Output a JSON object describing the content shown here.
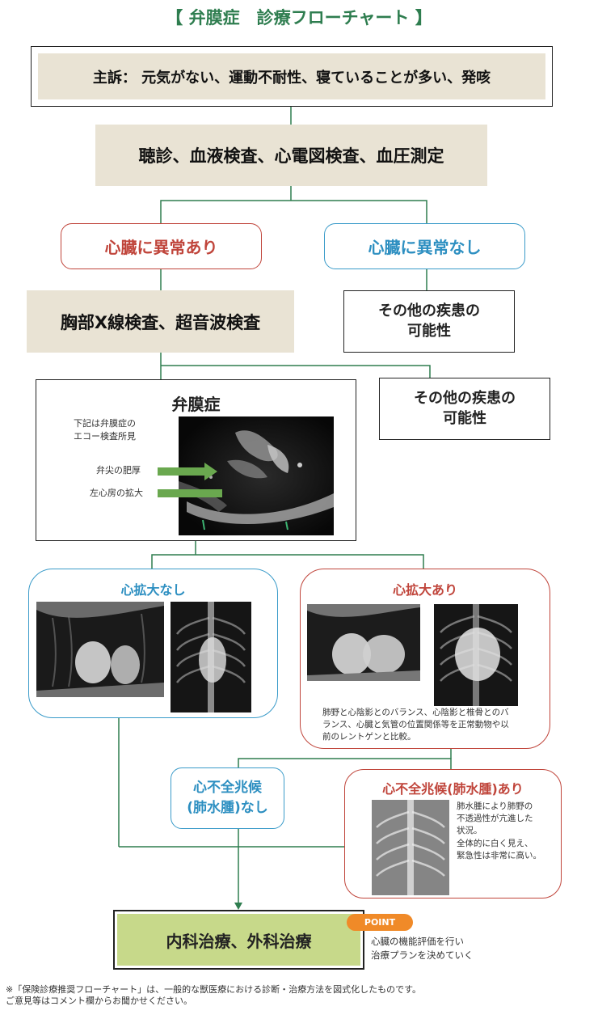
{
  "title": "【 弁膜症　診療フローチャート 】",
  "complaint": "主訴： 元気がない、運動不耐性、寝ていることが多い、発咳",
  "exam": "聴診、血液検査、心電図検査、血圧測定",
  "abnormal": "心臓に異常あり",
  "normal": "心臓に異常なし",
  "chest_exam": "胸部X線検査、超音波検査",
  "other_disease_1": [
    "その他の疾患の",
    "可能性"
  ],
  "other_disease_2": [
    "その他の疾患の",
    "可能性"
  ],
  "valve": {
    "title": "弁膜症",
    "note": [
      "下記は弁膜症の",
      "エコー検査所見"
    ],
    "label_thickening": "弁尖の肥厚",
    "label_la": "左心房の拡大"
  },
  "no_dilation": {
    "title": "心拡大なし"
  },
  "dilation": {
    "title": "心拡大あり",
    "note": [
      "肺野と心陰影とのバランス、心陰影と椎骨とのバ",
      "ランス、心臓と気管の位置関係等を正常動物や以",
      "前のレントゲンと比較。"
    ]
  },
  "hf_no": [
    "心不全兆候",
    "(肺水腫)なし"
  ],
  "hf_yes": {
    "title": "心不全兆候(肺水腫)あり",
    "note": [
      "肺水腫により肺野の",
      "不透過性が亢進した",
      "状況。",
      "全体的に白く見え、",
      "緊急性は非常に高い。"
    ]
  },
  "treatment": "内科治療、外科治療",
  "point": {
    "label": "POINT",
    "text": [
      "心臓の機能評価を行い",
      "治療プランを決めていく"
    ]
  },
  "footer": [
    "※「保険診療推奨フローチャート」は、一般的な獣医療における診断・治療方法を図式化したものです。",
    "ご意見等はコメント欄からお聞かせください。"
  ],
  "colors": {
    "green_line": "#2e7d4f",
    "red": "#c0453b",
    "blue": "#2d8fc1",
    "beige": "#e9e3d4",
    "treatment": "#c7d98a",
    "point": "#f08a28"
  }
}
